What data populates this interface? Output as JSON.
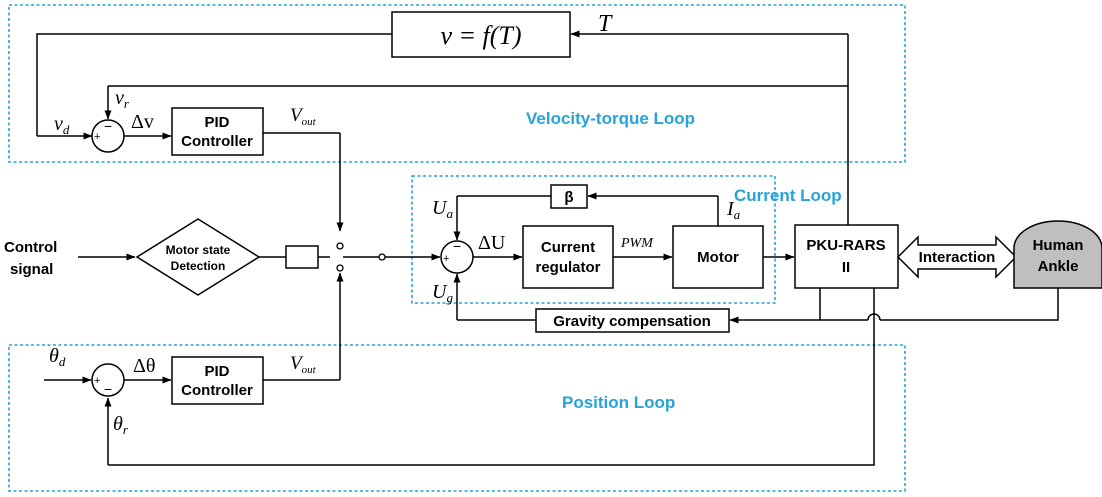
{
  "loops": {
    "velocity_torque": "Velocity-torque Loop",
    "current": "Current Loop",
    "position": "Position Loop"
  },
  "blocks": {
    "velocity_function": "v = f(T)",
    "pid_top_line1": "PID",
    "pid_top_line2": "Controller",
    "pid_bottom_line1": "PID",
    "pid_bottom_line2": "Controller",
    "motor_state_line1": "Motor state",
    "motor_state_line2": "Detection",
    "beta": "β",
    "current_regulator_line1": "Current",
    "current_regulator_line2": "regulator",
    "motor": "Motor",
    "pku_line1": "PKU-RARS",
    "pku_line2": "II",
    "human_ankle_line1": "Human",
    "human_ankle_line2": "Ankle",
    "gravity_compensation": "Gravity compensation",
    "interaction": "Interaction"
  },
  "signals": {
    "torque": "T",
    "v_d": "v",
    "v_d_sub": "d",
    "v_r": "v",
    "v_r_sub": "r",
    "delta_v": "Δv",
    "v_out_top": "V",
    "v_out_top_sub": "out",
    "v_out_bottom": "V",
    "v_out_bottom_sub": "out",
    "theta_d": "θ",
    "theta_d_sub": "d",
    "theta_r": "θ",
    "theta_r_sub": "r",
    "delta_theta": "Δθ",
    "u_a": "U",
    "u_a_sub": "a",
    "u_g": "U",
    "u_g_sub": "g",
    "i_a": "I",
    "i_a_sub": "a",
    "delta_u": "ΔU",
    "pwm": "PWM"
  },
  "control_signal": {
    "line1": "Control",
    "line2": "signal"
  },
  "signs": {
    "plus": "+",
    "minus": "−"
  },
  "colors": {
    "loop_border": "#27a3d6",
    "loop_label": "#27a3d6",
    "human_ankle_fill": "#bfbfbf"
  }
}
